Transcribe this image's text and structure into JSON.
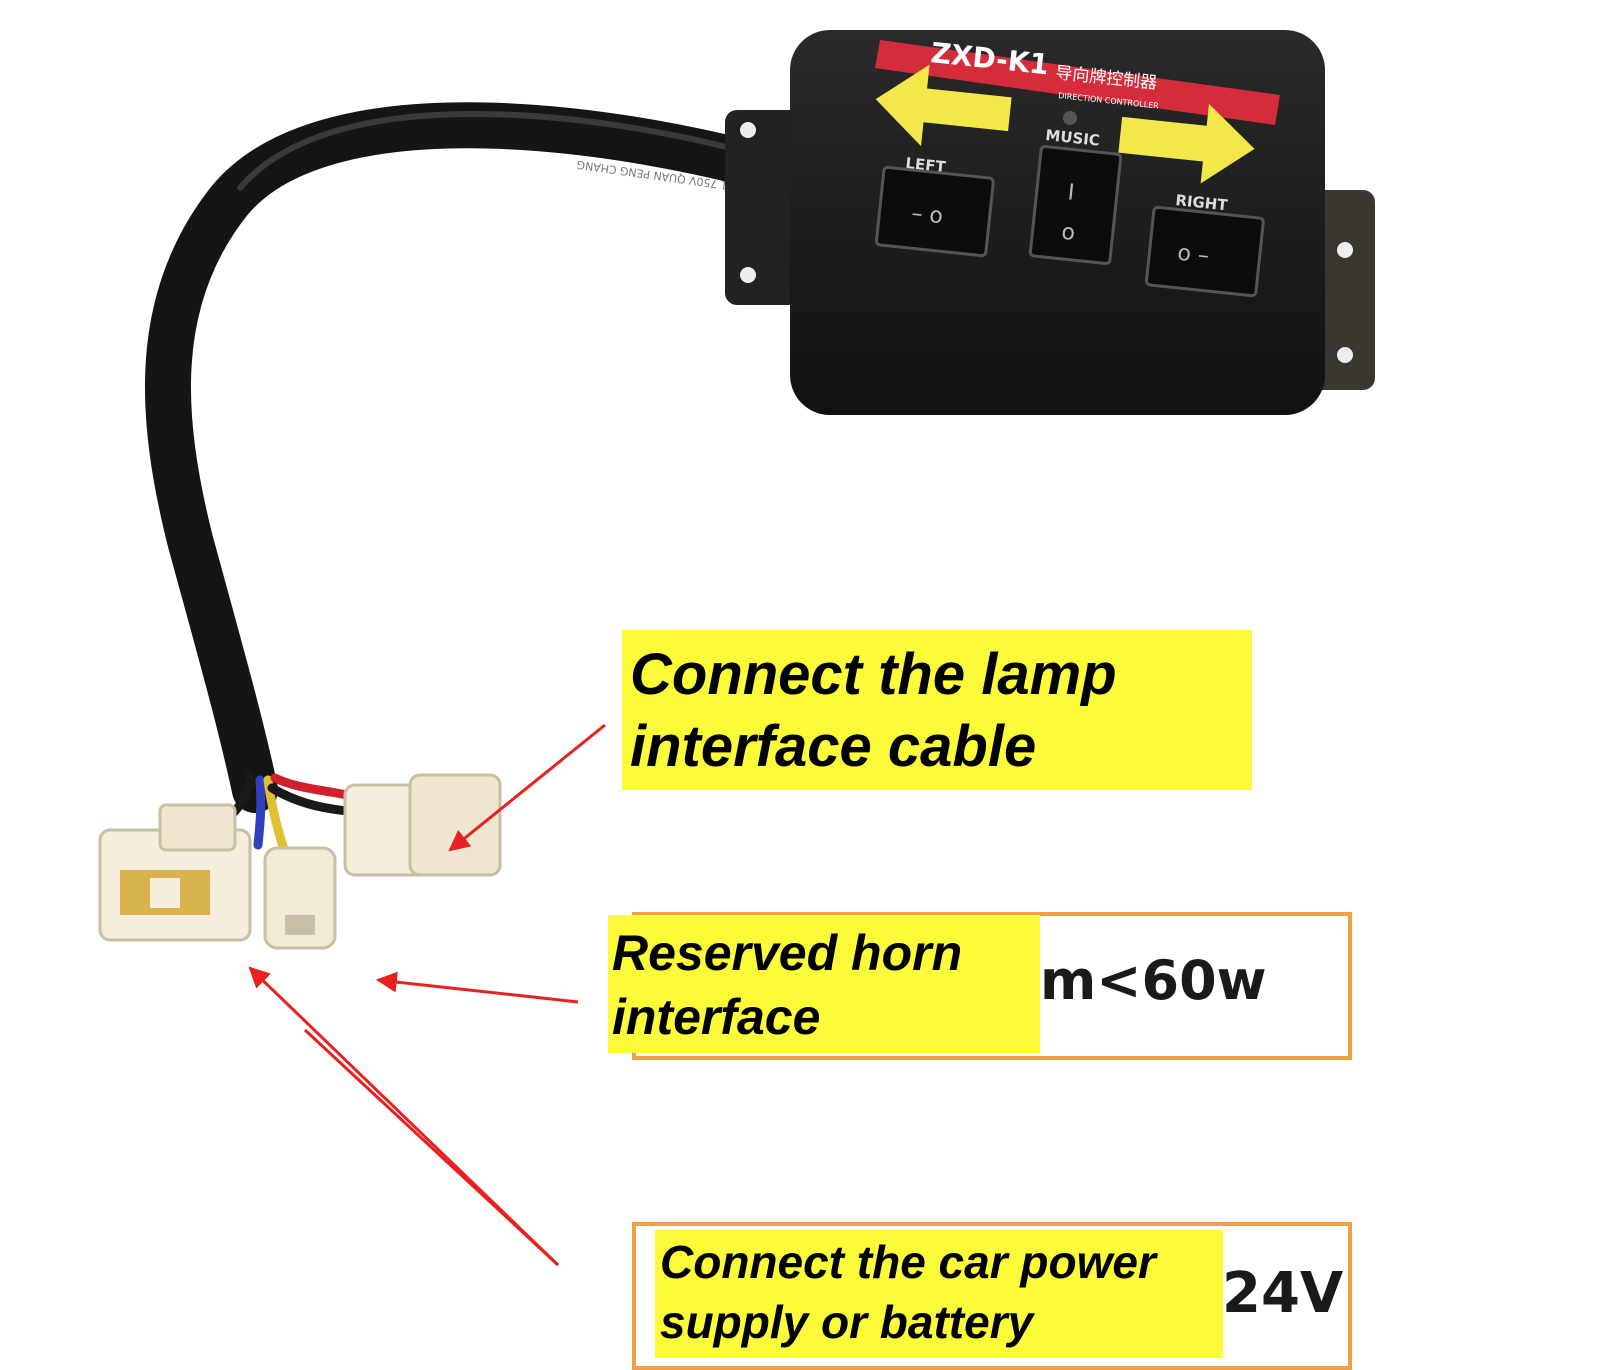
{
  "device": {
    "model": "ZXD-K1",
    "model_cn": "导向牌控制器",
    "subtitle": "DIRECTION CONTROLLER",
    "left_label": "LEFT",
    "music_label": "MUSIC",
    "right_label": "RIGHT",
    "cable_print": "VW-1 750V QUAN PENG CHANG"
  },
  "callouts": {
    "lamp": {
      "line1": "Connect the lamp",
      "line2": "interface cable"
    },
    "horn": {
      "line1": "Reserved horn",
      "line2": "interface",
      "spec": "m<60w"
    },
    "power": {
      "line1": "Connect the car power",
      "line2": "supply or battery",
      "spec": "24V"
    }
  },
  "colors": {
    "highlight": "#fbfb3a",
    "box_border": "#f0a040",
    "arrow": "#e82020",
    "device_body": "#1c1c1c",
    "device_red_band": "#d42c3a",
    "led_yellow": "#f2e84a",
    "connector": "#f5eedc"
  }
}
